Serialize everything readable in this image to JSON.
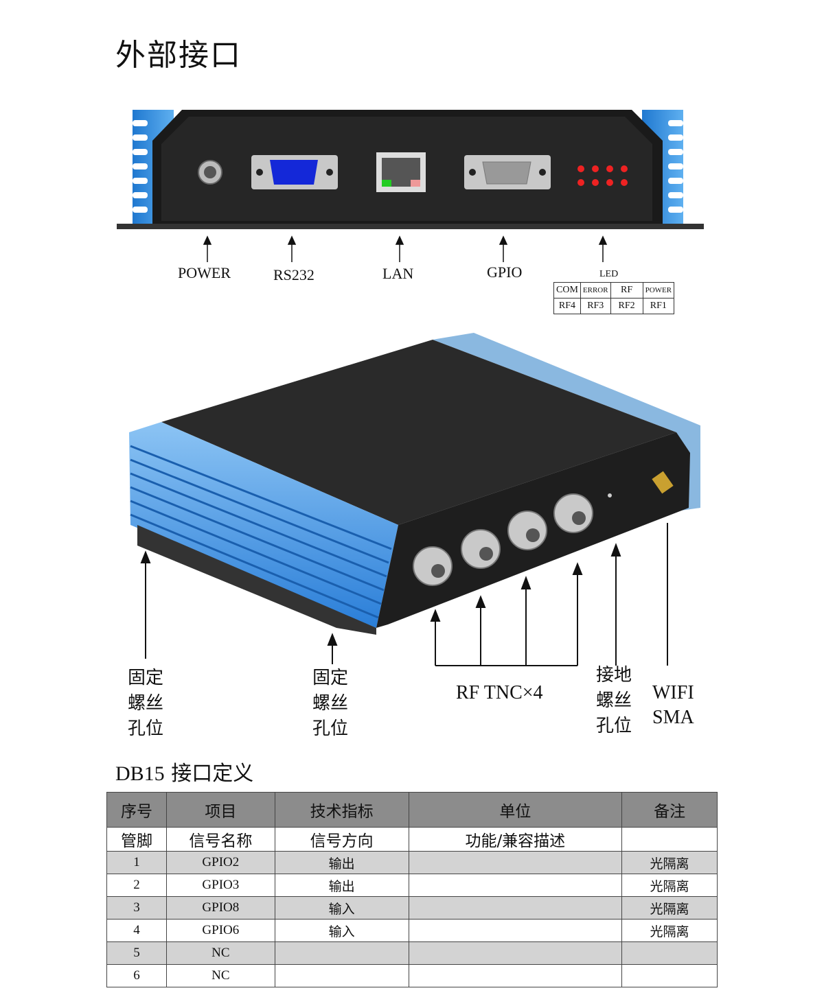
{
  "title": "外部接口",
  "front_panel": {
    "labels": {
      "power": "POWER",
      "rs232": "RS232",
      "lan": "LAN",
      "gpio": "GPIO",
      "led": "LED"
    },
    "led_table": [
      [
        "COM",
        "ERROR",
        "RF",
        "POWER"
      ],
      [
        "RF4",
        "RF3",
        "RF2",
        "RF1"
      ]
    ]
  },
  "iso_view": {
    "mount_left": [
      "固定",
      "螺丝",
      "孔位"
    ],
    "mount_mid": [
      "固定",
      "螺丝",
      "孔位"
    ],
    "rf": "RF TNC×4",
    "ground": [
      "接地",
      "螺丝",
      "孔位"
    ],
    "wifi": [
      "WIFI",
      "SMA"
    ]
  },
  "db15": {
    "title_prefix": "DB15",
    "title_suffix": " 接口定义",
    "header": [
      "序号",
      "项目",
      "技术指标",
      "单位",
      "备注"
    ],
    "subheader": [
      "管脚",
      "信号名称",
      "信号方向",
      "功能/兼容描述",
      ""
    ],
    "rows": [
      [
        "1",
        "GPIO2",
        "输出",
        "",
        "光隔离"
      ],
      [
        "2",
        "GPIO3",
        "输出",
        "",
        "光隔离"
      ],
      [
        "3",
        "GPIO8",
        "输入",
        "",
        "光隔离"
      ],
      [
        "4",
        "GPIO6",
        "输入",
        "",
        "光隔离"
      ],
      [
        "5",
        "NC",
        "",
        "",
        ""
      ],
      [
        "6",
        "NC",
        "",
        "",
        ""
      ]
    ]
  },
  "colors": {
    "heatsink_blue": "#3a8ee0",
    "body": "#1c1c1c",
    "header_gray": "#8c8c8c",
    "row_gray": "#d3d3d3"
  }
}
